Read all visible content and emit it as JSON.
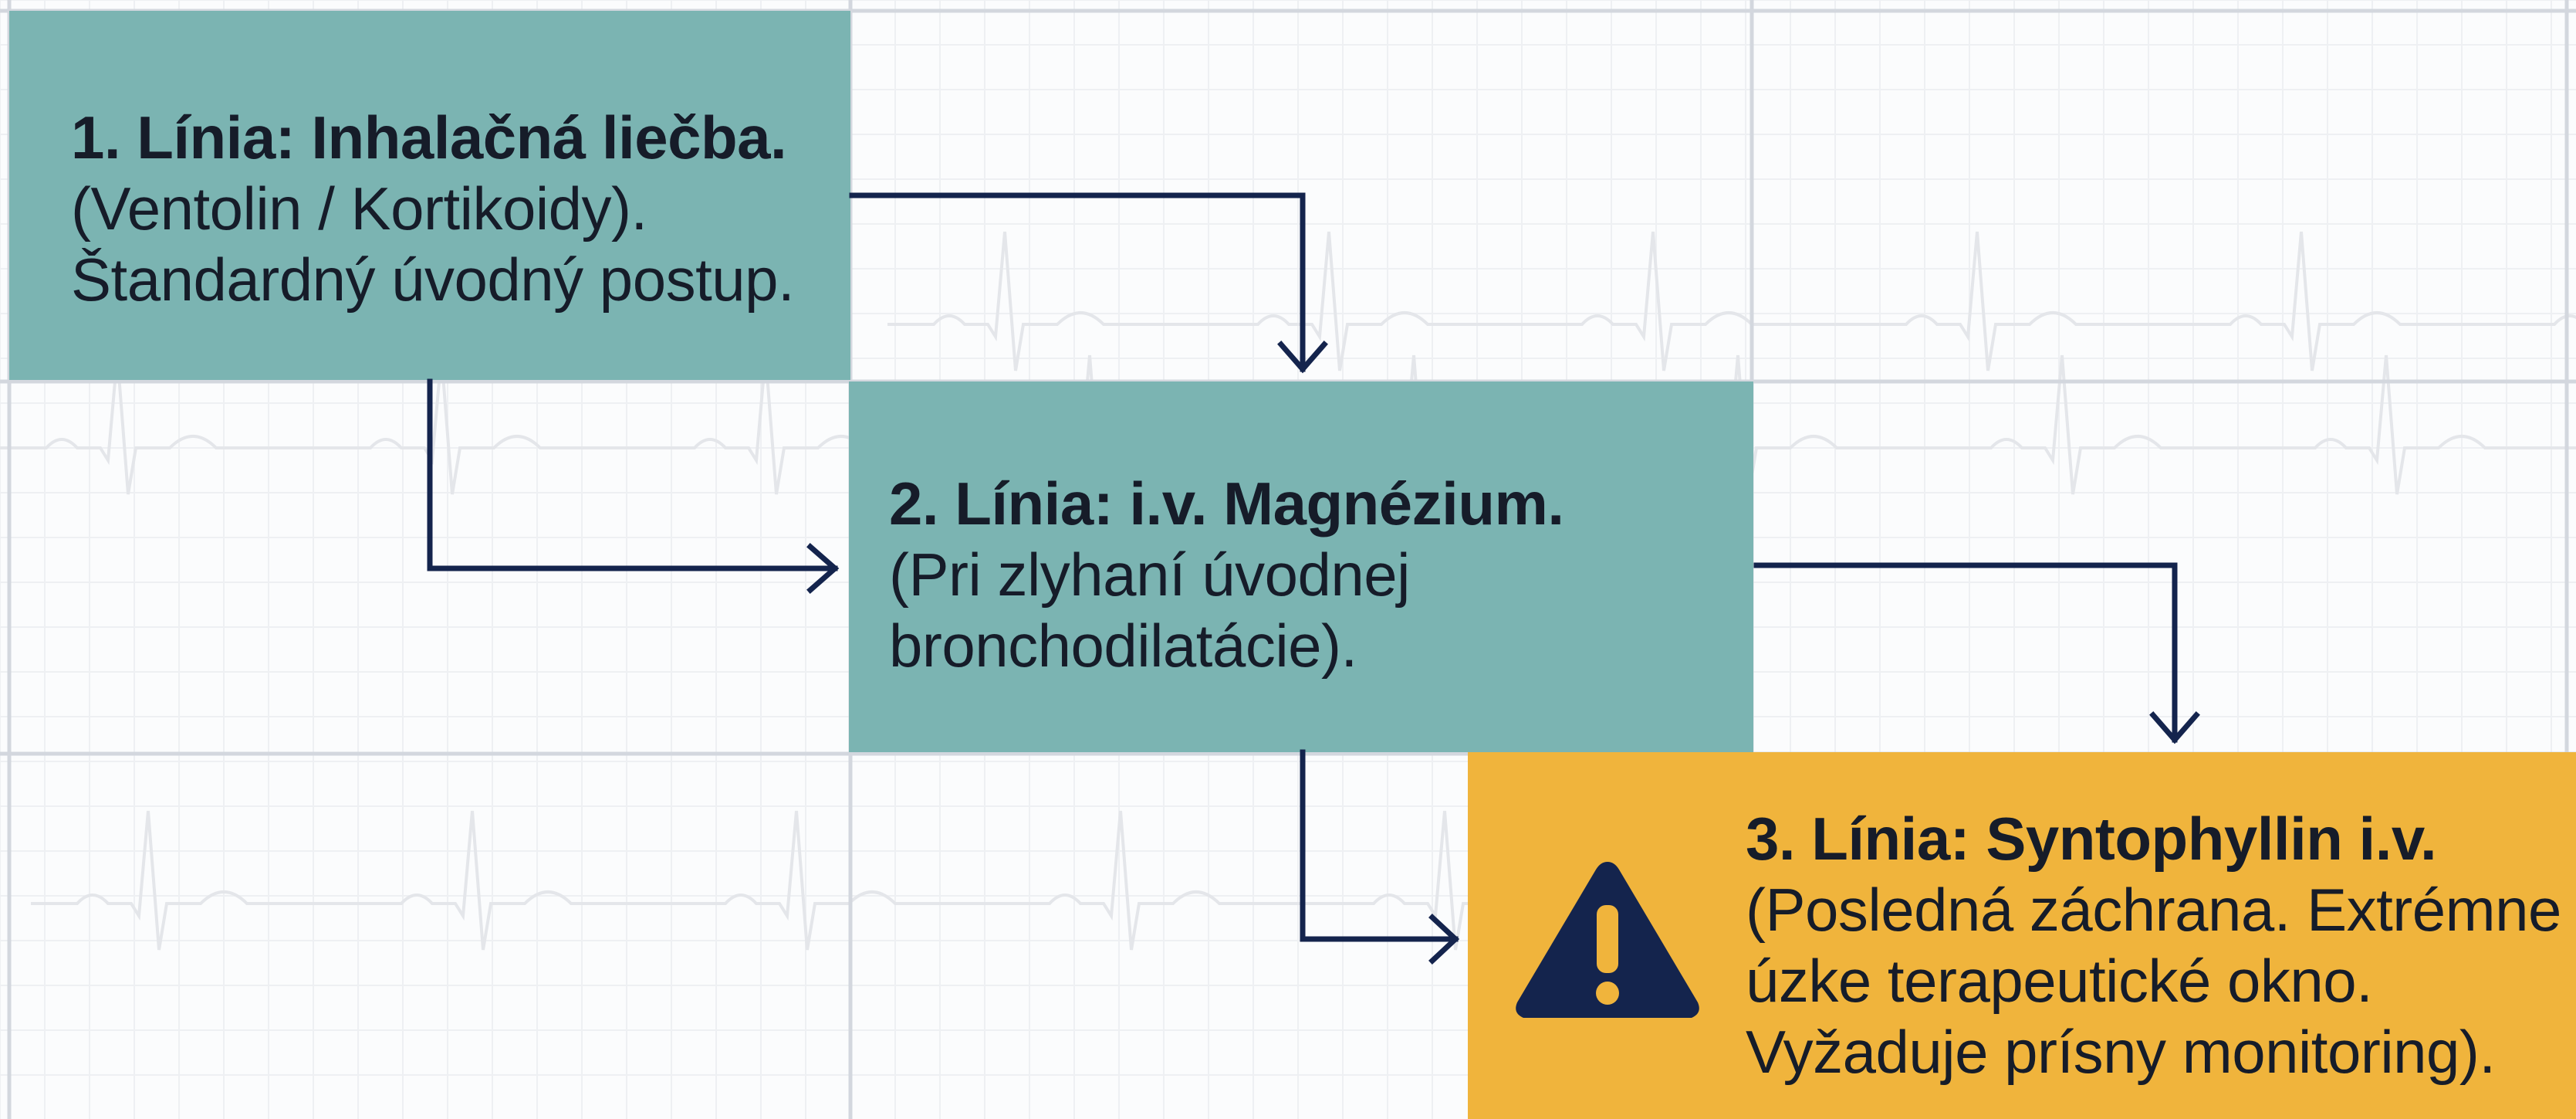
{
  "colors": {
    "teal_box": "#7bb4b2",
    "amber_box": "#f0b43c",
    "arrow": "#14244d",
    "grid_line": "#d3d7de",
    "ecg_trace": "#e6e8ec"
  },
  "steps": [
    {
      "title": "1. Línia: Inhalačná liečba.",
      "lines": [
        "(Ventolin / Kortikoidy).",
        "Štandardný úvodný postup."
      ]
    },
    {
      "title": "2. Línia: i.v. Magnézium.",
      "lines": [
        "(Pri zlyhaní úvodnej",
        "bronchodilatácie)."
      ]
    },
    {
      "title": "3. Línia: Syntophyllin i.v.",
      "lines": [
        "(Posledná záchrana. Extrémne",
        "úzke terapeutické okno.",
        "Vyžaduje prísny monitoring)."
      ],
      "icon": "warning-triangle-icon"
    }
  ]
}
